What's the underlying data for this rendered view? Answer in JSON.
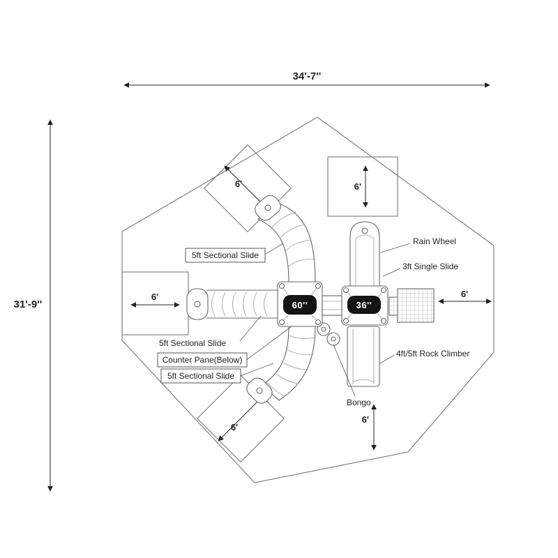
{
  "dimensions": {
    "width_label": "34'-7''",
    "height_label": "31'-9''"
  },
  "zones": {
    "top_left": "6'",
    "top_center": "6'",
    "left": "6'",
    "bottom_left": "6'",
    "right": "6'",
    "bottom": "6'"
  },
  "platforms": {
    "deck_60": "60''",
    "deck_36": "36''"
  },
  "labels": {
    "sectional_slide_top": "5ft Sectional Slide",
    "rain_wheel": "Rain Wheel",
    "single_slide_3ft": "3ft Single Slide",
    "sectional_slide_middle": "5ft Sectional Slide",
    "counter_pane": "Counter Pane(Below)",
    "sectional_slide_bottom": "5ft Sectional Slide",
    "rock_climber": "4ft/5ft Rock Climber",
    "bongo": "Bongo"
  },
  "colors": {
    "line": "#777777",
    "dimension": "#222222",
    "badge_bg": "#141414",
    "badge_text": "#ffffff"
  }
}
